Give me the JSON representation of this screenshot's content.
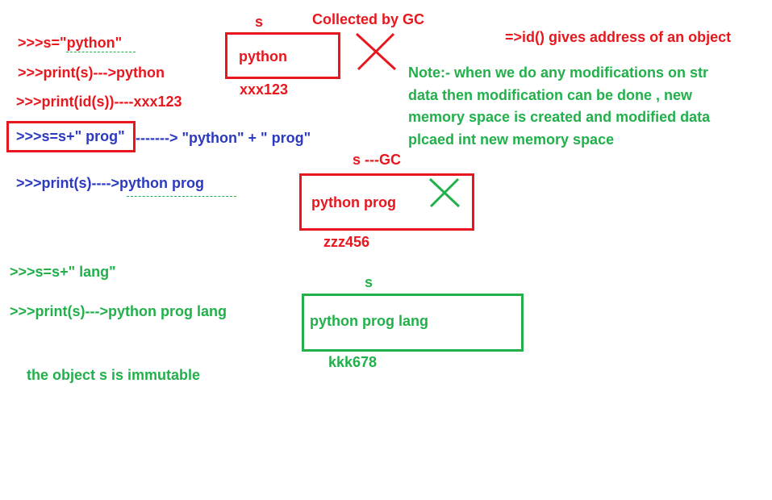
{
  "left": {
    "assign_python": ">>>s=\"python\"",
    "print_s": ">>>print(s)--->python",
    "print_id": ">>>print(id(s))----xxx123",
    "concat_prog": ">>>s=s+\" prog\"",
    "concat_arrow": "-------> \"python\" + \" prog\"",
    "print_prog": ">>>print(s)---->python prog",
    "concat_lang": ">>>s=s+\" lang\"",
    "print_lang": ">>>print(s)--->python prog lang",
    "immutable_note": "the object s is immutable"
  },
  "memory": {
    "obj1": {
      "label": "s",
      "value": "python",
      "address": "xxx123",
      "status": "Collected by GC"
    },
    "obj2": {
      "label": "s ---GC",
      "value": "python prog",
      "address": "zzz456"
    },
    "obj3": {
      "label": "s",
      "value": "python prog lang",
      "address": "kkk678"
    }
  },
  "notes": {
    "id_note": "=>id()  gives address of an object",
    "note_line1": "Note:- when we do any modifications on str",
    "note_line2": "data then modification can be done , new",
    "note_line3": "memory space is created and modified data",
    "note_line4": "plcaed int new memory space"
  },
  "colors": {
    "red": "#e8171e",
    "blue": "#2b3ac0",
    "green": "#22b04b"
  },
  "icons": [
    "cross-mark-icon-red",
    "cross-mark-icon-green"
  ]
}
